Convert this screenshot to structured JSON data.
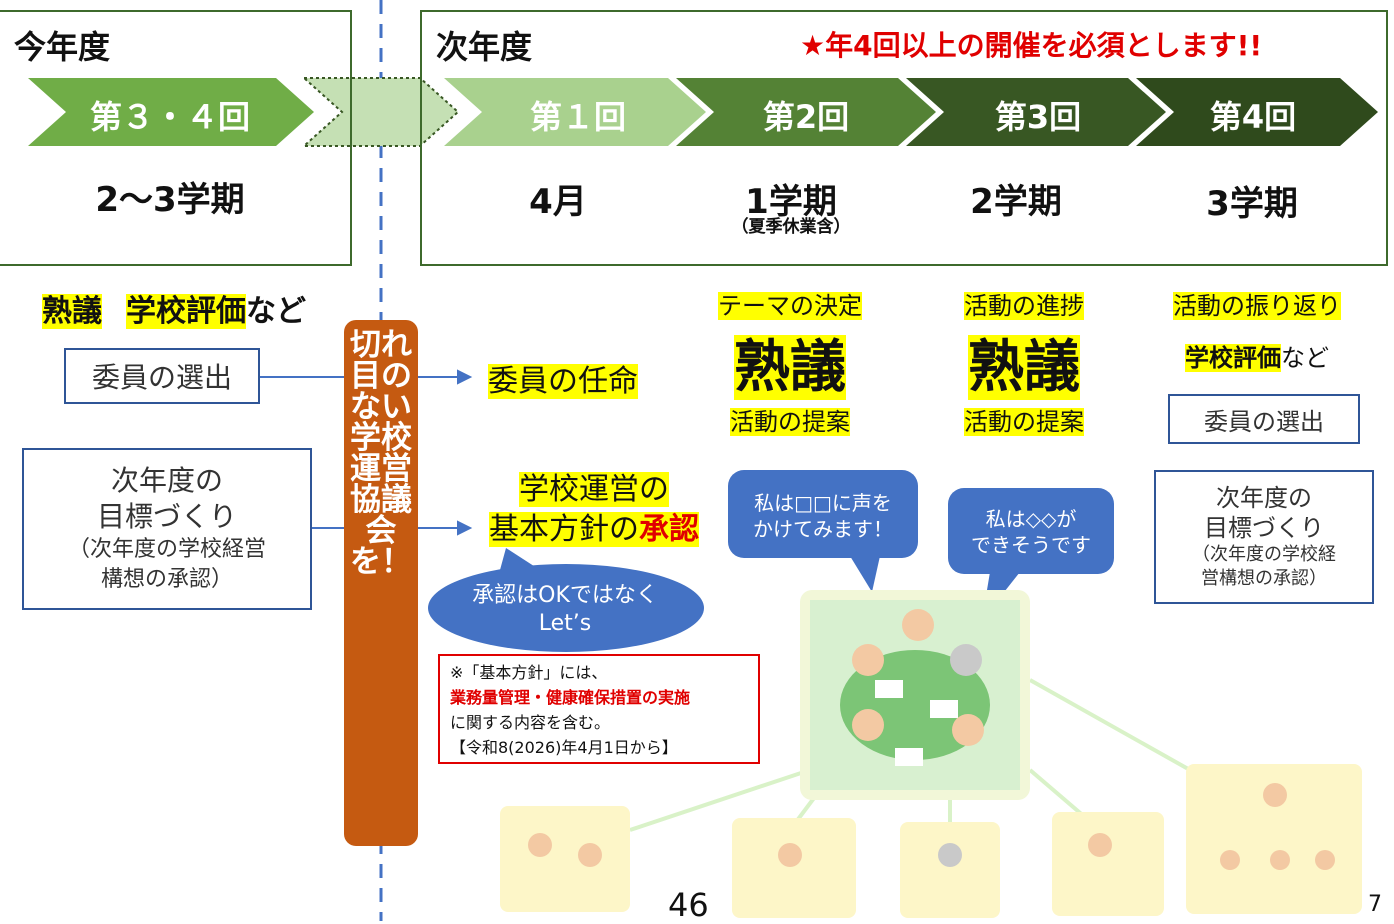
{
  "current_year": {
    "title": "今年度",
    "round": "第３・４回",
    "period": "2～3学期"
  },
  "next_year": {
    "title": "次年度",
    "notice": "★年4回以上の開催を必須とします!!",
    "rounds": [
      {
        "label": "第１回",
        "period": "4月",
        "sub": ""
      },
      {
        "label": "第2回",
        "period": "1学期",
        "sub": "（夏季休業含）"
      },
      {
        "label": "第3回",
        "period": "2学期",
        "sub": ""
      },
      {
        "label": "第4回",
        "period": "3学期",
        "sub": ""
      }
    ]
  },
  "left": {
    "tags": {
      "a": "熟議",
      "b": "学校評価",
      "c": "など"
    },
    "selection": "委員の選出",
    "goal": {
      "line1": "次年度の",
      "line2": "目標づくり",
      "line3": "（次年度の学校経営",
      "line4": "構想の承認）"
    }
  },
  "banner": "切れ目のない学校運営協議会を！",
  "middle": {
    "appointment": "委員の任命",
    "approval_line1": "学校運営の",
    "approval_line2a": "基本方針の",
    "approval_line2b": "承認",
    "bubble_line1": "承認はOKではなく",
    "bubble_line2": "Let’s",
    "note_line1": "※「基本方針」には、",
    "note_line2": "業務量管理・健康確保措置の実施",
    "note_line3": "に関する内容を含む。",
    "note_line4": "【令和8(2026)年4月1日から】"
  },
  "round2": {
    "top": "テーマの決定",
    "main": "熟議",
    "bottom": "活動の提案"
  },
  "round3": {
    "top": "活動の進捗",
    "main": "熟議",
    "bottom": "活動の提案"
  },
  "round4": {
    "top": "活動の振り返り",
    "eval_a": "学校評価",
    "eval_b": "など",
    "selection": "委員の選出",
    "goal": {
      "line1": "次年度の",
      "line2": "目標づくり",
      "line3": "（次年度の学校経",
      "line4": "営構想の承認）"
    }
  },
  "speech": {
    "left_line1": "私は□□に声を",
    "left_line2": "かけてみます！",
    "right_line1": "私は◇◇が",
    "right_line2": "できそうです"
  },
  "page_number": "46",
  "slide_number": "7",
  "colors": {
    "chevron_light": "#a9d18e",
    "chevron_mid": "#70ad47",
    "chevron_dark": "#385723",
    "banner": "#c55a11",
    "bubble": "#4472c4",
    "red": "#e00000"
  }
}
